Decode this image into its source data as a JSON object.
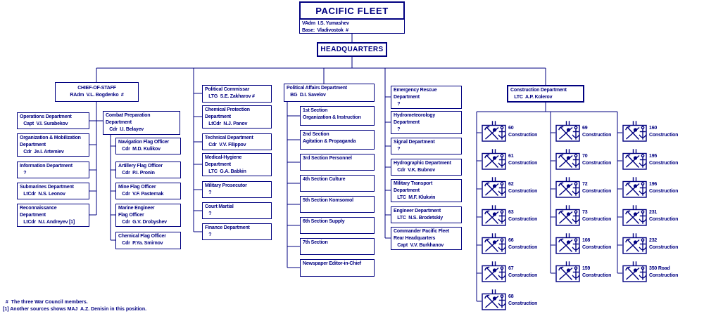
{
  "palette": {
    "ink": "#000080",
    "background": "#ffffff"
  },
  "pacific_fleet": {
    "title": "PACIFIC FLEET",
    "info": "VAdm  I.S. Yumashev\nBase:  Vladivostok  #"
  },
  "headquarters": {
    "label": "HEADQUARTERS"
  },
  "chief_of_staff": {
    "text": "CHIEF-OF-STAFF\nRAdm  V.L. Bogdenko  #"
  },
  "staff_departments": [
    {
      "text": "Operations Department\n   Capt  V.I. Surabekov"
    },
    {
      "text": "Organization & Mobilization\nDepartment\n   Cdr  Je.I. Artemiev"
    },
    {
      "text": "Information Department\n   ?"
    },
    {
      "text": "Submarines Department\n   LtCdr  N.S. Leonov"
    },
    {
      "text": "Reconnaissance\nDepartment\n   LtCdr  N.I. Andreyev [1]"
    }
  ],
  "combat_preparation": {
    "text": "Combat Preparation\nDepartment\n   Cdr  I.I. Belayev"
  },
  "flag_officers": [
    {
      "text": "Navigation Flag Officer\n   Cdr  M.D. Kulikov"
    },
    {
      "text": "Artillery Flag Officer\n   Cdr  P.I. Pronin"
    },
    {
      "text": "Mine Flag Officer\n   Cdr  V.F. Pasternak"
    },
    {
      "text": "Marine Engineer\nFlag Officer\n   Cdr  G.V. Drobyshev"
    },
    {
      "text": "Chemical Flag Officer\n   Cdr  P.Ya. Smirnov"
    }
  ],
  "commissar_column": [
    {
      "text": "Political Commissar\n   LTG  S.E. Zakharov #"
    },
    {
      "text": "Chemical Protection\nDepartment\n   LtCdr  N.J. Panov"
    },
    {
      "text": "Technical Department\n   Cdr  V.V. Filippov"
    },
    {
      "text": "Medical-Hygiene\nDepartment\n   LTC  G.A. Babkin"
    },
    {
      "text": "Military Prosecutor\n   ?"
    },
    {
      "text": "Court Martial\n   ?"
    },
    {
      "text": "Finance Department\n   ?"
    }
  ],
  "political_affairs": {
    "text": "Political Affairs Department\n   BG  D.I. Savelov"
  },
  "political_sections": [
    {
      "text": "1st Section\nOrganization & Instruction"
    },
    {
      "text": "2nd Section\nAgitation & Propaganda"
    },
    {
      "text": "3rd Section Personnel"
    },
    {
      "text": "4th Section Culture"
    },
    {
      "text": "5th Section Komsomol"
    },
    {
      "text": "6th Section Supply"
    },
    {
      "text": "7th Section"
    },
    {
      "text": "Newspaper Editor-in-Chief"
    }
  ],
  "rear_column": [
    {
      "text": "Emergency Rescue\nDepartment\n   ?"
    },
    {
      "text": "Hydrometeorology\nDepartment\n   ?"
    },
    {
      "text": "Signal Department\n   ?"
    },
    {
      "text": "Hydrographic Department\n   Cdr  V.K. Bubnov"
    },
    {
      "text": "Military Transport\nDepartment\n   LTC  M.F. Klukvin"
    },
    {
      "text": "Engineer Department\n   LTC  N.S. Brodetskiy"
    },
    {
      "text": "Commander Pacific Fleet\nRear Headquarters\n   Capt  V.V. Burkhanov"
    }
  ],
  "construction": {
    "header": {
      "text": "Construction Department\n   LTC  A.P. Kolerov"
    },
    "icon": "naval-construction-battalion-symbol",
    "columns": [
      {
        "units": [
          {
            "label": "60\nConstruction"
          },
          {
            "label": "61\nConstruction"
          },
          {
            "label": "62\nConstruction"
          },
          {
            "label": "63\nConstruction"
          },
          {
            "label": "66\nConstruction"
          },
          {
            "label": "67\nConstruction"
          },
          {
            "label": "68\nConstruction"
          }
        ]
      },
      {
        "units": [
          {
            "label": "69\nConstruction"
          },
          {
            "label": "70\nConstruction"
          },
          {
            "label": "72\nConstruction"
          },
          {
            "label": "73\nConstruction"
          },
          {
            "label": "108\nConstruction"
          },
          {
            "label": "159\nConstruction"
          }
        ]
      },
      {
        "units": [
          {
            "label": "160\nConstruction"
          },
          {
            "label": "195\nConstruction"
          },
          {
            "label": "196\nConstruction"
          },
          {
            "label": "231\nConstruction"
          },
          {
            "label": "232\nConstruction"
          },
          {
            "label": "350 Road\nConstruction"
          }
        ]
      }
    ]
  },
  "footnotes": {
    "text": "  #  The three War Council members.\n[1] Another sources shows MAJ  A.Z. Denisin in this position."
  }
}
